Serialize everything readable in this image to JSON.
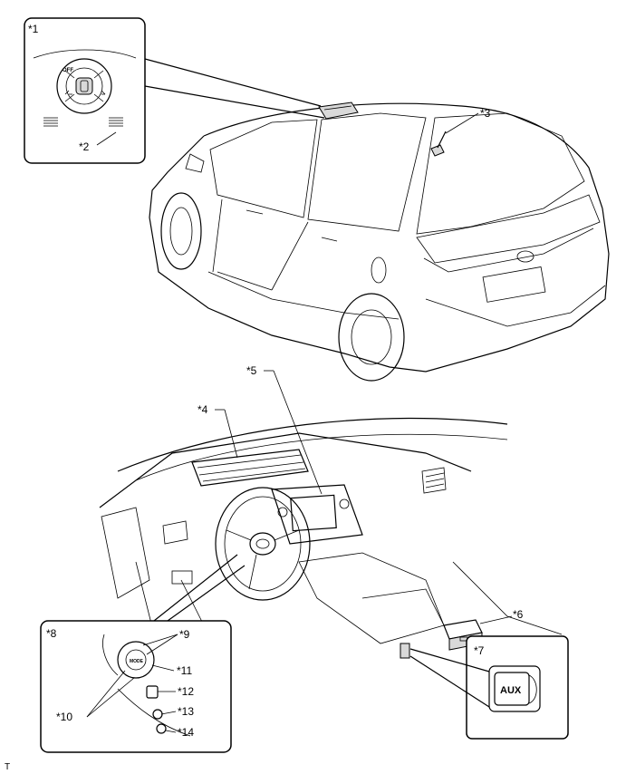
{
  "callouts": {
    "c1": "*1",
    "c2": "*2",
    "c3": "*3",
    "c4": "*4",
    "c5": "*5",
    "c6": "*6",
    "c7": "*7",
    "c8": "*8",
    "c9": "*9",
    "c10": "*10",
    "c11": "*11",
    "c12": "*12",
    "c13": "*13",
    "c14": "*14"
  },
  "inset_labels": {
    "off": "OFF",
    "aux": "AUX",
    "mode": "MODE"
  },
  "footer_mark": "T"
}
